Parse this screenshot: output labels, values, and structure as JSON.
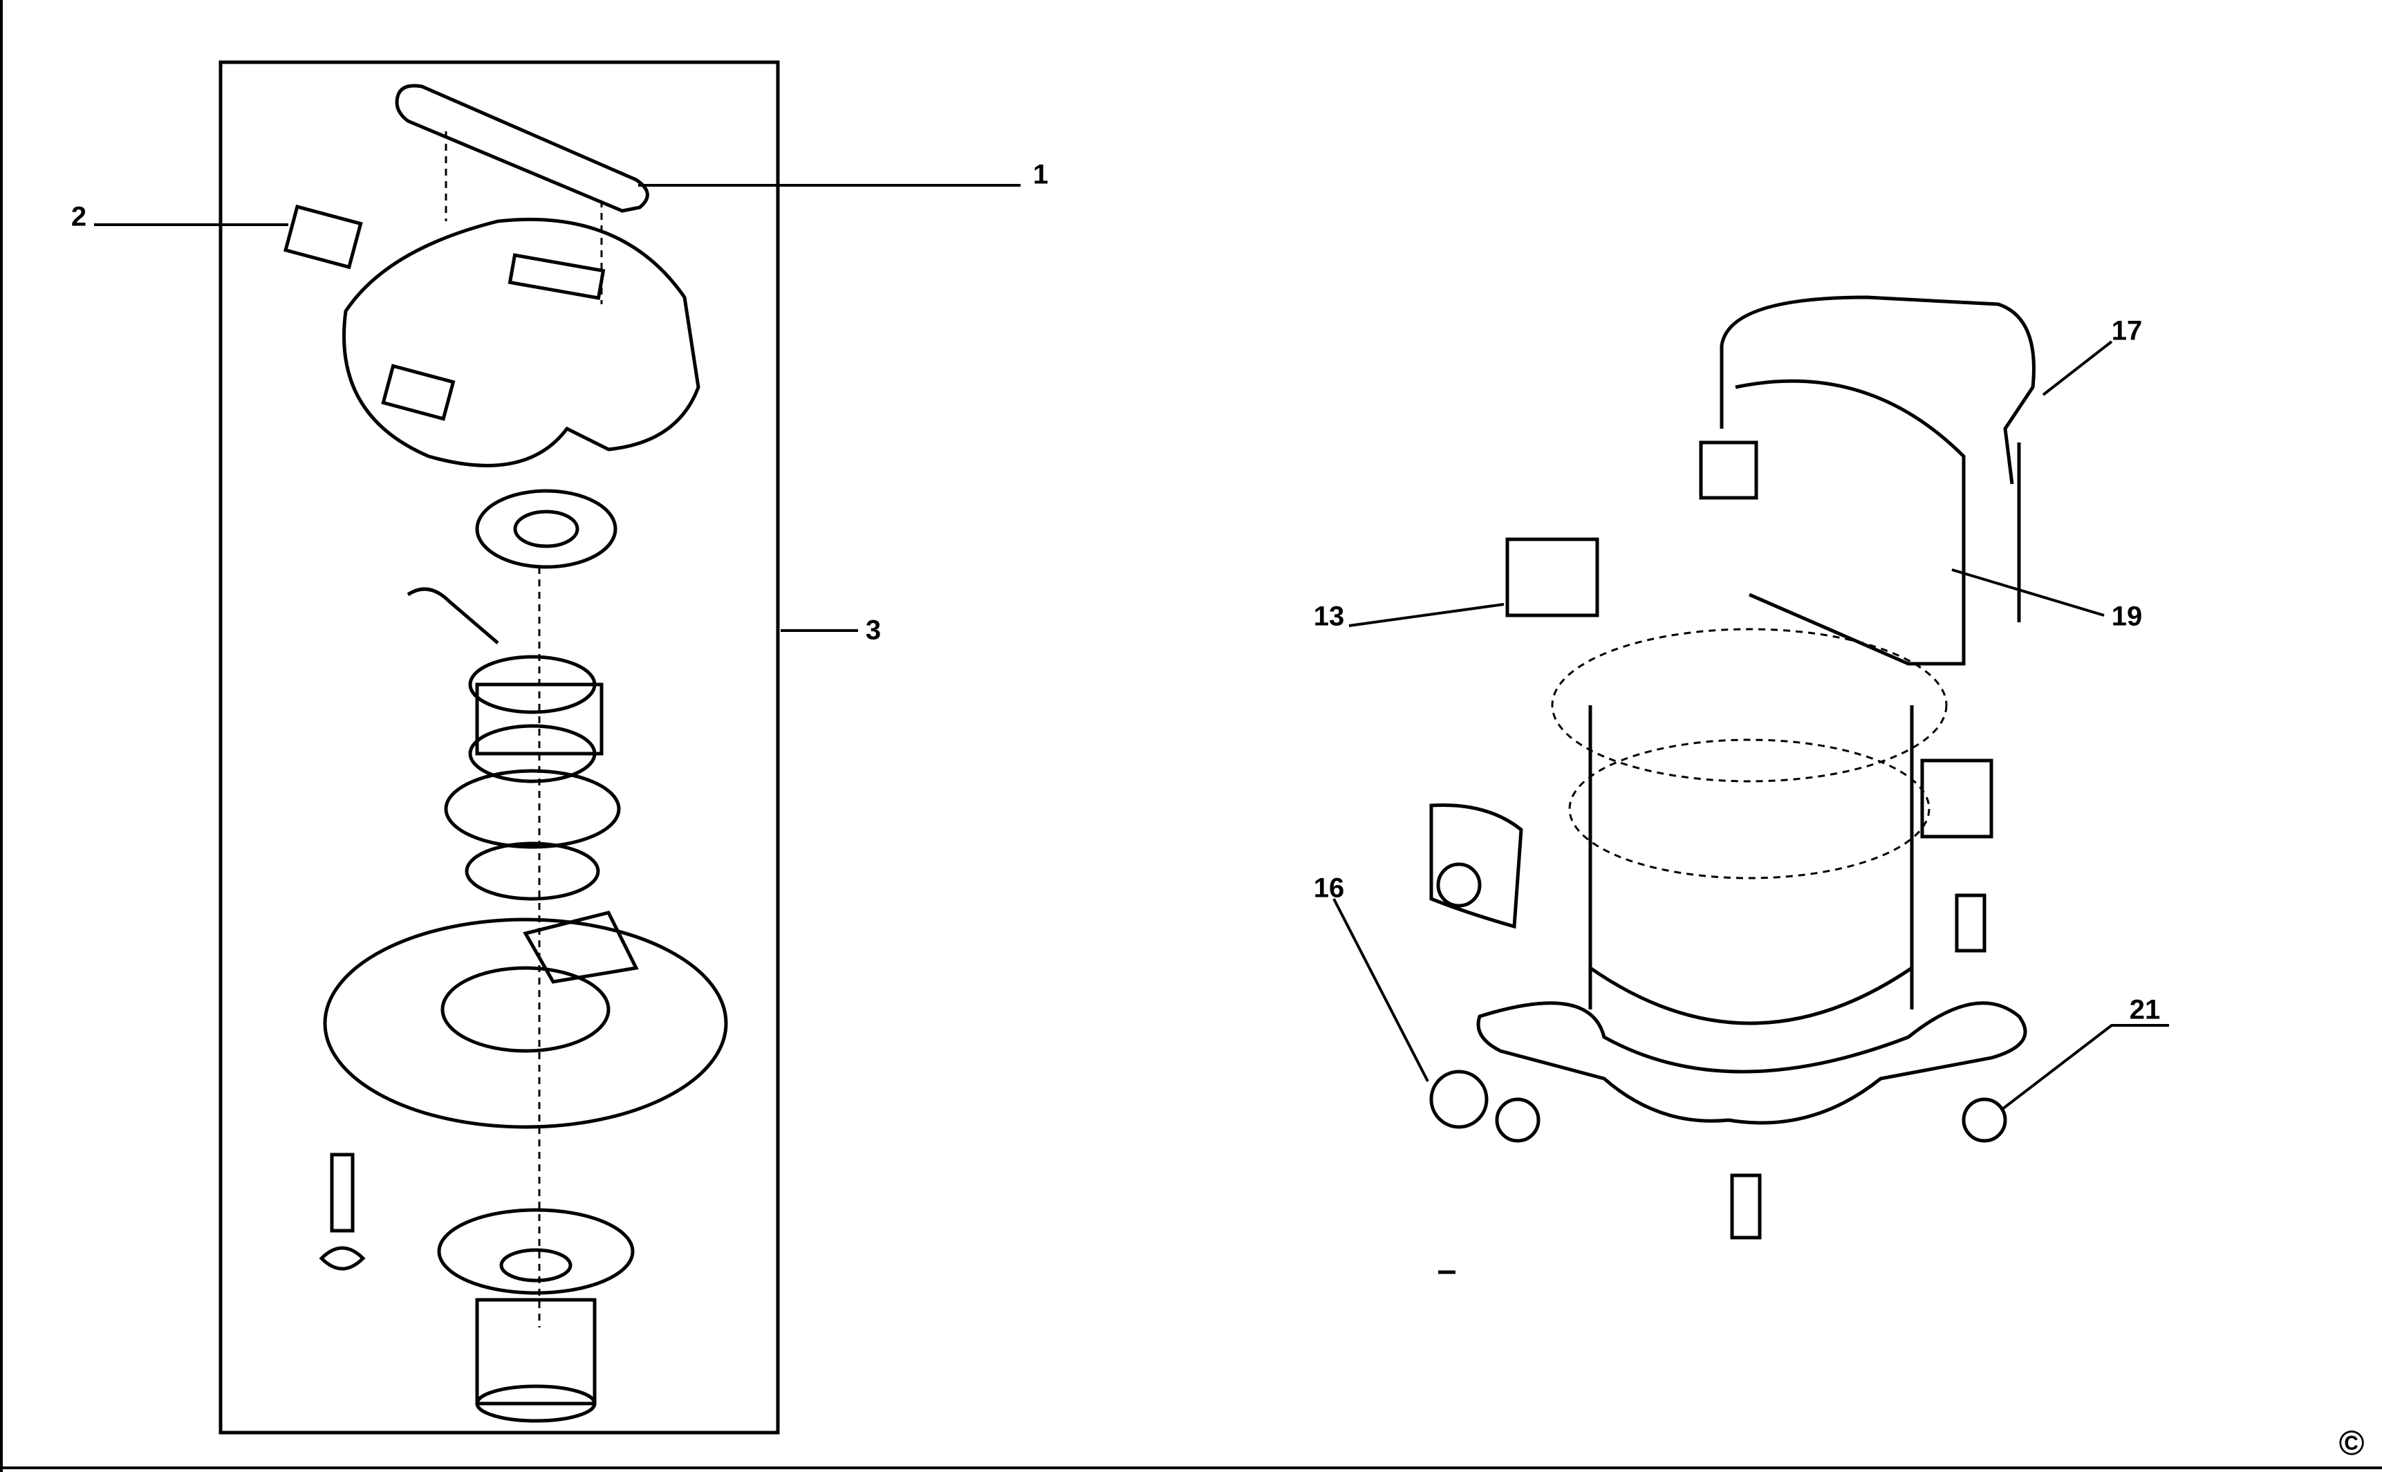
{
  "diagram": {
    "left_group": {
      "callouts": [
        "1",
        "2",
        "3"
      ]
    },
    "right_group": {
      "callouts": [
        "13",
        "16",
        "17",
        "19",
        "21"
      ]
    },
    "copyright": "©"
  }
}
